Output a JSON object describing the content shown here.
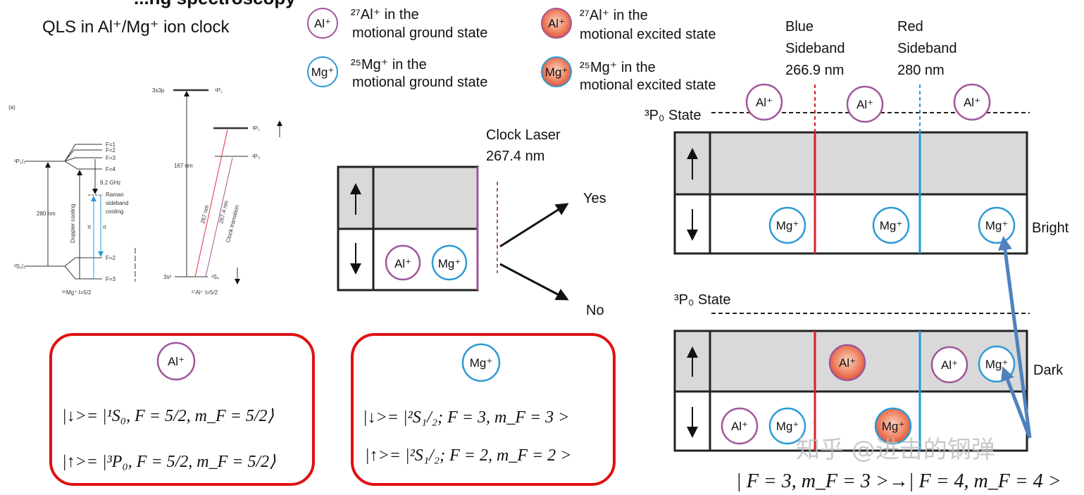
{
  "title_partial": "...ng spectroscopy",
  "subtitle": "QLS in Al⁺/Mg⁺ ion clock",
  "colors": {
    "al": "#a0569a",
    "mg": "#2b9ad6",
    "red_box": "#e01010",
    "blue_sideband": "#d62027",
    "red_sideband": "#1e9ad6",
    "gray_fill": "#d9d9d9",
    "arrow_blue": "#4f81bd"
  },
  "ions": {
    "al": "Al⁺",
    "mg": "Mg⁺"
  },
  "legend": [
    {
      "line1": "²⁷Al⁺ in the",
      "line2": "motional  ground  state"
    },
    {
      "line1": "²⁷Al⁺ in the",
      "line2": "motional  excited state"
    },
    {
      "line1": "²⁵Mg⁺ in the",
      "line2": "motional  ground  state"
    },
    {
      "line1": "²⁵Mg⁺ in the",
      "line2": "motional  excited state"
    }
  ],
  "energy_diagram": {
    "panel_label": "(a)",
    "mg": {
      "p_level": "²P₁/₂",
      "s_level": "²S₁/₂",
      "F_upper": [
        "F=1",
        "F=2",
        "F=3",
        "F=4"
      ],
      "F_lower": [
        "F=2",
        "F=3"
      ],
      "wavelength": "280 nm",
      "doppler": "Doppler cooling",
      "hyperfine": "9.2 GHz",
      "raman": [
        "Raman",
        "sideband",
        "cooling"
      ],
      "pi": "π",
      "sigma": "σ",
      "caption": "²⁵Mg⁺ I=5/2"
    },
    "al": {
      "upper_config": "3s3p",
      "upper_state": "¹P₁",
      "p1": "³P₁",
      "p0": "³P₀",
      "ground_config": "3s²",
      "ground_state": "¹S₀",
      "wavelength_167": "167 nm",
      "wavelength_267": "267 nm",
      "clock": "267.4 nm",
      "clock2": "Clock transition",
      "caption": "²⁷Al⁺ I=5/2"
    }
  },
  "middle": {
    "laser_label": "Clock Laser",
    "laser_wavelength": "267.4 nm",
    "yes": "Yes",
    "no": "No"
  },
  "right": {
    "blue_sideband": [
      "Blue",
      "Sideband",
      "266.9 nm"
    ],
    "red_sideband": [
      "Red",
      "Sideband",
      "280 nm"
    ],
    "state_label": "³P₀ State",
    "bright": "Bright",
    "dark": "Dark",
    "transition": "| F = 3, m_F = 3 >→| F = 4, m_F = 4 >"
  },
  "al_box": {
    "down": "|↓>= |¹S₀, F = 5/2, m_F = 5/2⟩",
    "up": "|↑>= |³P₀, F = 5/2, m_F = 5/2⟩"
  },
  "mg_box": {
    "down": "|↓>= |²S₁/₂; F = 3, m_F  = 3 >",
    "up": "|↑>= |²S₁/₂; F = 2, m_F  = 2 >"
  },
  "watermark": "知乎 @进击的钢弹"
}
